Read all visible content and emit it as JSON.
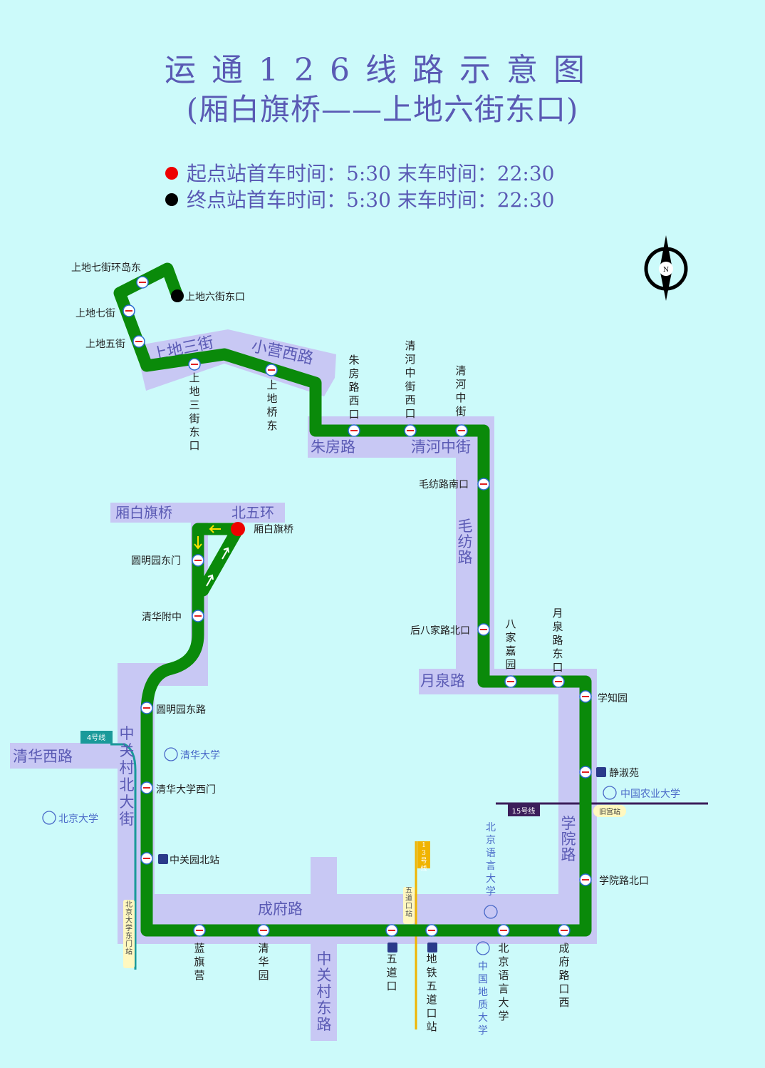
{
  "title": "运通126线路示意图",
  "subtitle": "(厢白旗桥——上地六街东口)",
  "timetable": {
    "start_line": "起点站首车时间：5:30  末车时间：22:30",
    "end_line": "终点站首车时间：5:30  末车时间：22:30",
    "start_color": "#ee0000",
    "end_color": "#000000"
  },
  "colors": {
    "route": "#0a8a0a",
    "road": "#c8c8f4",
    "title": "#5a5ab4",
    "background": "#ccfafa"
  },
  "compass_label": "N",
  "stops": {
    "s1": "上地七街环岛东",
    "s2": "上地六街东口",
    "s3": "上地七街",
    "s4": "上地五街",
    "s5": "上地三街东口",
    "s6": "上地桥东",
    "s7": "朱房路西口",
    "s8": "清河中街西口",
    "s9": "清河中街",
    "s10": "毛纺路南口",
    "s11": "后八家路北口",
    "s12": "八家嘉园",
    "s13": "月泉路东口",
    "s14": "学知园",
    "s15": "静淑苑",
    "s16": "学院路北口",
    "s17": "成府路口西",
    "s18": "北京语言大学",
    "s19": "地铁五道口站",
    "s20": "五道口",
    "s21": "清华园",
    "s22": "蓝旗营",
    "s23": "中关园北站",
    "s24": "清华大学西门",
    "s25": "圆明园东路",
    "s26": "清华附中",
    "s27": "圆明园东门",
    "s28": "厢白旗桥"
  },
  "roads": {
    "r1": "上地三街",
    "r2": "小营西路",
    "r3": "朱房路",
    "r4": "清河中街",
    "r5": "毛纺路",
    "r6": "月泉路",
    "r7": "学院路",
    "r8": "成府路",
    "r9": "中关村东路",
    "r10": "中关村北大街",
    "r11": "清华西路",
    "r12": "厢白旗桥",
    "r13": "北五环"
  },
  "landmarks": {
    "l1": "清华大学",
    "l2": "北京大学",
    "l3": "中国农业大学",
    "l4": "北京语言大学",
    "l5": "中国地质大学"
  },
  "subway": {
    "line4": "4号线",
    "line13": "13号线",
    "line15": "15号线",
    "station_pku": "北京大学东门站",
    "station_wdk": "五道口站",
    "station_jgz": "旧宫站",
    "line4_color": "#1a9a9a",
    "line13_color": "#f0b400",
    "line15_color": "#3c1e5a"
  }
}
